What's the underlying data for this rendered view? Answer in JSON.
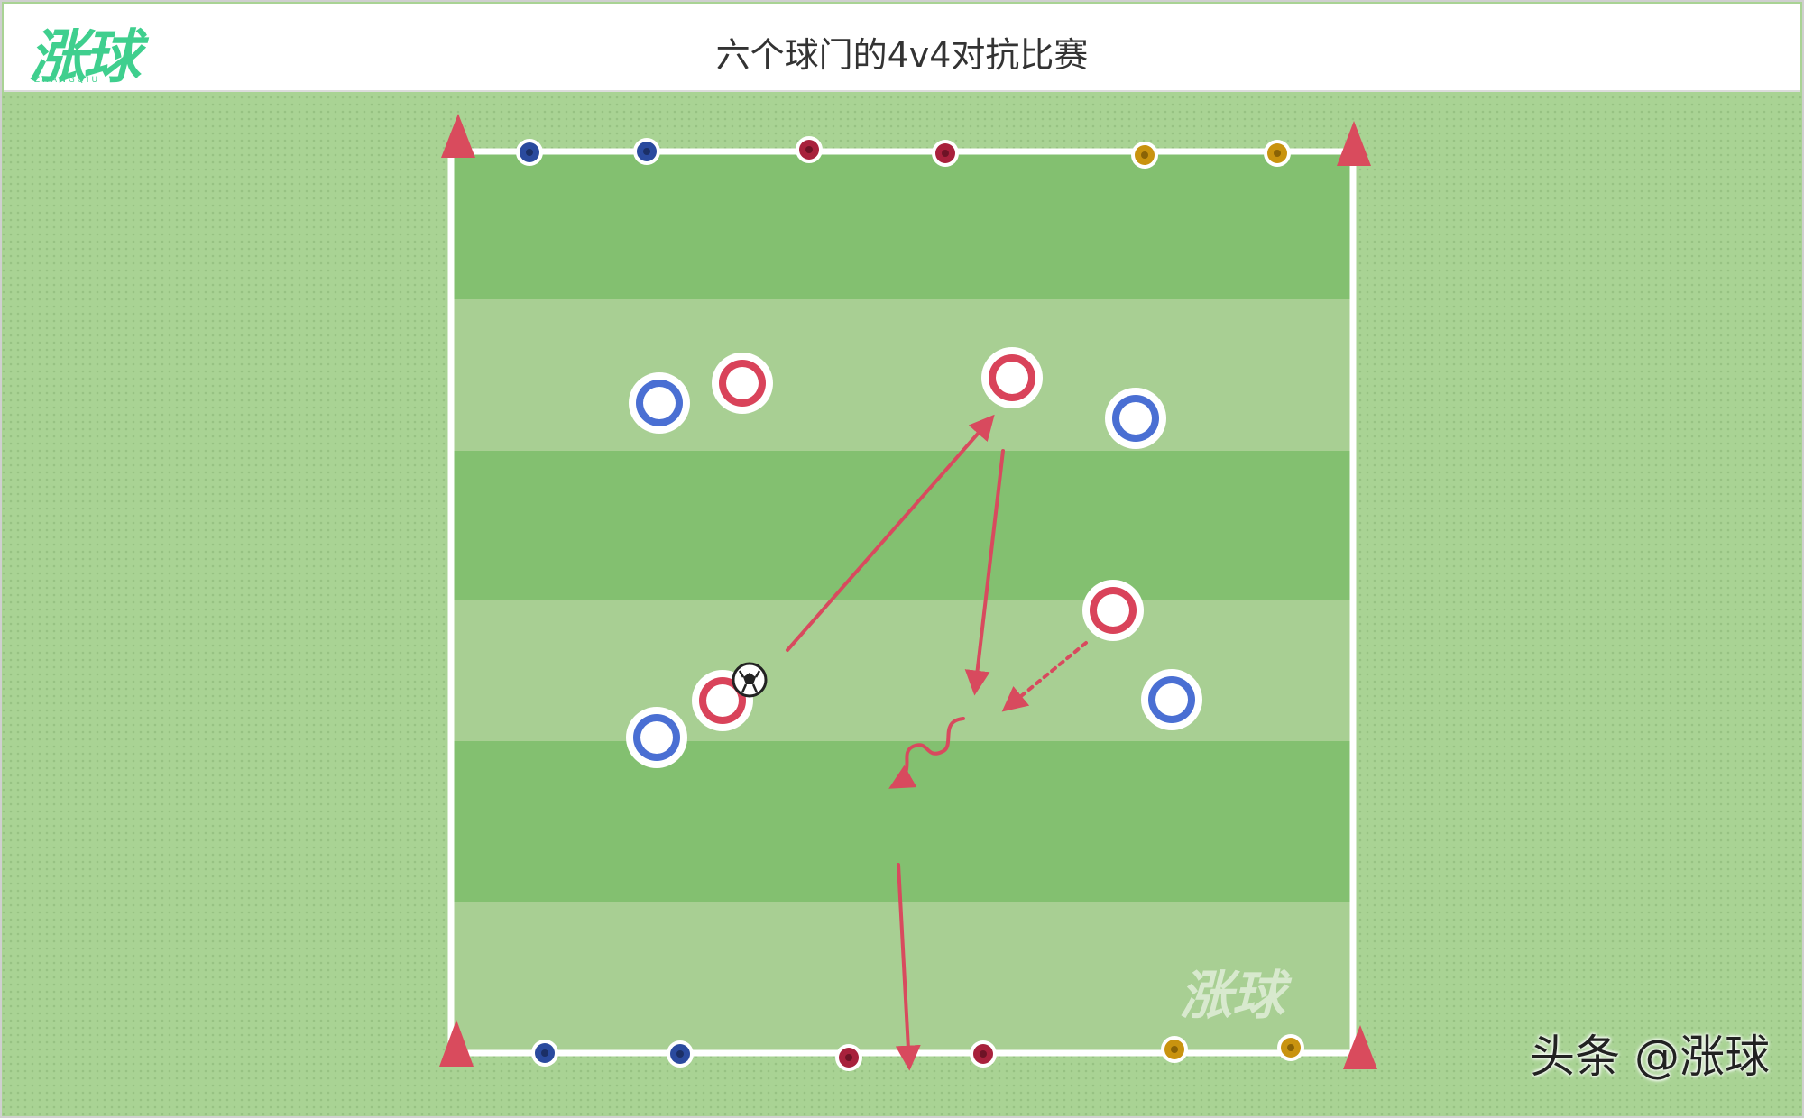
{
  "header": {
    "title": "六个球门的4v4对抗比赛",
    "logo_text": "涨球",
    "logo_subtext": "ZHANGQIU"
  },
  "watermark": {
    "logo_text": "涨球"
  },
  "credit": "头条 @涨球",
  "colors": {
    "team_blue": "#4a6fd3",
    "team_red": "#d9435a",
    "arrow": "#d84a5e",
    "cone": "#d94b5d",
    "goal_blue": "#2a4a9e",
    "goal_red": "#a8213c",
    "goal_yellow": "#c9930f",
    "stripe_dark": "#83c070",
    "stripe_light": "#a8cf93",
    "boundary": "#ffffff",
    "logo": "#3fcf8e"
  },
  "field": {
    "stripes": [
      "dark",
      "light",
      "dark",
      "light",
      "dark",
      "light"
    ]
  },
  "players": [
    {
      "team": "blue"
    },
    {
      "team": "red"
    },
    {
      "team": "red"
    },
    {
      "team": "blue"
    },
    {
      "team": "red"
    },
    {
      "team": "red",
      "has_ball": true
    },
    {
      "team": "blue"
    },
    {
      "team": "blue"
    }
  ],
  "goals": [
    {
      "side": "top",
      "team": "blue"
    },
    {
      "side": "top",
      "team": "blue"
    },
    {
      "side": "top",
      "team": "red"
    },
    {
      "side": "top",
      "team": "red"
    },
    {
      "side": "top",
      "team": "yellow"
    },
    {
      "side": "top",
      "team": "yellow"
    },
    {
      "side": "bottom",
      "team": "blue"
    },
    {
      "side": "bottom",
      "team": "blue"
    },
    {
      "side": "bottom",
      "team": "red"
    },
    {
      "side": "bottom",
      "team": "red"
    },
    {
      "side": "bottom",
      "team": "yellow"
    },
    {
      "side": "bottom",
      "team": "yellow"
    }
  ],
  "movements": [
    {
      "kind": "pass",
      "style": "solid"
    },
    {
      "kind": "pass",
      "style": "solid"
    },
    {
      "kind": "run",
      "style": "dotted"
    },
    {
      "kind": "dribble",
      "style": "wavy"
    },
    {
      "kind": "shot",
      "style": "solid"
    }
  ]
}
